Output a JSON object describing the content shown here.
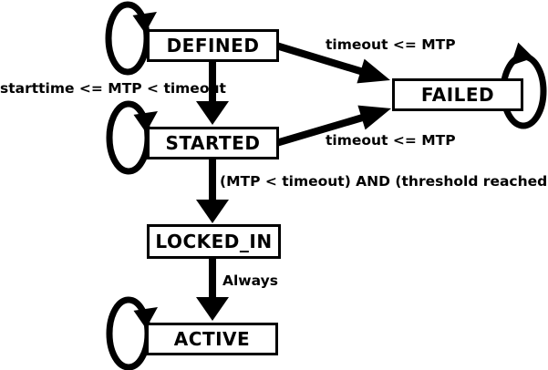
{
  "diagram": {
    "type": "state-machine-diagram",
    "background_color": "#ffffff",
    "colors": {
      "foreground": "#000000",
      "state_fill": "#ffffff",
      "state_border": "#000000"
    },
    "states": [
      {
        "id": "defined",
        "label": "DEFINED",
        "self_loop": true
      },
      {
        "id": "failed",
        "label": "FAILED",
        "self_loop": true
      },
      {
        "id": "started",
        "label": "STARTED",
        "self_loop": true
      },
      {
        "id": "locked_in",
        "label": "LOCKED_IN",
        "self_loop": false
      },
      {
        "id": "active",
        "label": "ACTIVE",
        "self_loop": true
      }
    ],
    "transitions": [
      {
        "from": "DEFINED",
        "to": "FAILED",
        "label": "timeout <= MTP"
      },
      {
        "from": "DEFINED",
        "to": "STARTED",
        "label": "starttime <= MTP < timeout"
      },
      {
        "from": "STARTED",
        "to": "FAILED",
        "label": "timeout <= MTP"
      },
      {
        "from": "STARTED",
        "to": "LOCKED_IN",
        "label": "(MTP < timeout) AND (threshold reached)"
      },
      {
        "from": "LOCKED_IN",
        "to": "ACTIVE",
        "label": "Always"
      }
    ]
  }
}
